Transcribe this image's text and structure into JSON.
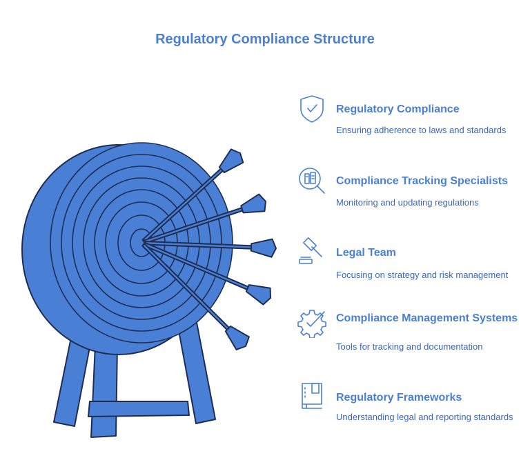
{
  "title": "Regulatory Compliance Structure",
  "colors": {
    "accent": "#4a7fd6",
    "target_fill": "#4a7fd6",
    "outline": "#1e2d50",
    "text": "#3d66b8"
  },
  "items": [
    {
      "icon": "shield-check-icon",
      "heading": "Regulatory Compliance",
      "description": "Ensuring adherence to laws and standards"
    },
    {
      "icon": "magnifier-document-icon",
      "heading": "Compliance Tracking Specialists",
      "description": "Monitoring and updating regulations"
    },
    {
      "icon": "gavel-icon",
      "heading": "Legal Team",
      "description": "Focusing on strategy and risk management"
    },
    {
      "icon": "gear-check-icon",
      "heading": "Compliance Management Systems",
      "description": "Tools for tracking and documentation"
    },
    {
      "icon": "book-icon",
      "heading": "Regulatory Frameworks",
      "description": "Understanding legal and reporting standards"
    }
  ]
}
